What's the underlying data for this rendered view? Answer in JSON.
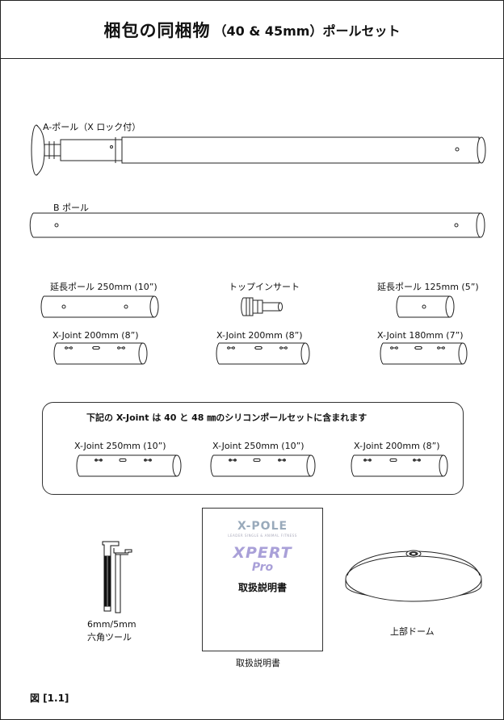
{
  "header": {
    "title_main": "梱包の同梱物",
    "title_sub": "（40 & 45mm）ポールセット"
  },
  "poles": {
    "a_pole": "A-ポール（X ロック付）",
    "b_pole": "B ポール"
  },
  "row1": {
    "ext250": "延長ポール  250mm (10”)",
    "top_insert": "トップインサート",
    "ext125": "延長ポール  125mm (5”)"
  },
  "row2": {
    "xj_a": "X-Joint 200mm (8”)",
    "xj_b": "X-Joint 200mm (8”)",
    "xj_c": "X-Joint 180mm (7”)"
  },
  "silicone_box": {
    "caption": "下記の X-Joint は 40 と 48 ㎜のシリコンポールセットに含まれます",
    "items": [
      "X-Joint 250mm (10”)",
      "X-Joint 250mm (10”)",
      "X-Joint 200mm (8”)"
    ]
  },
  "tools": {
    "size": "6mm/5mm",
    "name": "六角ツール"
  },
  "manual": {
    "brand": "X-POLE",
    "tagline": "LEADER SINGLE & ANIMAL FITNESS",
    "product": "XPERT",
    "product_sub": "Pro",
    "cover_title": "取扱説明書",
    "caption": "取扱説明書"
  },
  "dome": {
    "caption": "上部ドーム"
  },
  "figure": {
    "label": "図  [1.1]"
  }
}
